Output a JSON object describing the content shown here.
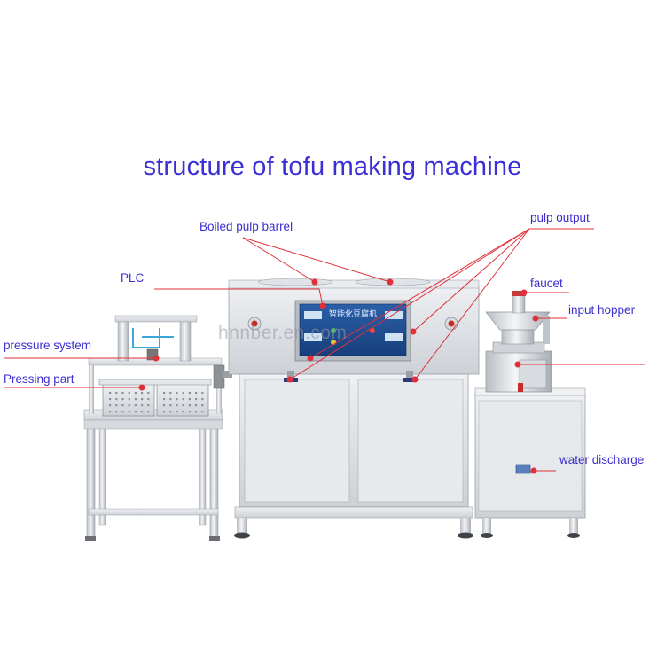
{
  "title": "structure of tofu making machine",
  "watermark": "hnnber.en.com",
  "panel_text": "智能化豆腐机",
  "labels": {
    "boiled_pulp_barrel": "Boiled pulp barrel",
    "pulp_output": "pulp output",
    "plc": "PLC",
    "faucet": "faucet",
    "input_hopper": "input hopper",
    "pressure_system": "pressure system",
    "pressing_part": "Pressing part",
    "water_discharge": "water discharge"
  },
  "colors": {
    "label_text": "#3b2fcf",
    "leader_line": "#e0303a",
    "steel": "#d9dde2"
  }
}
